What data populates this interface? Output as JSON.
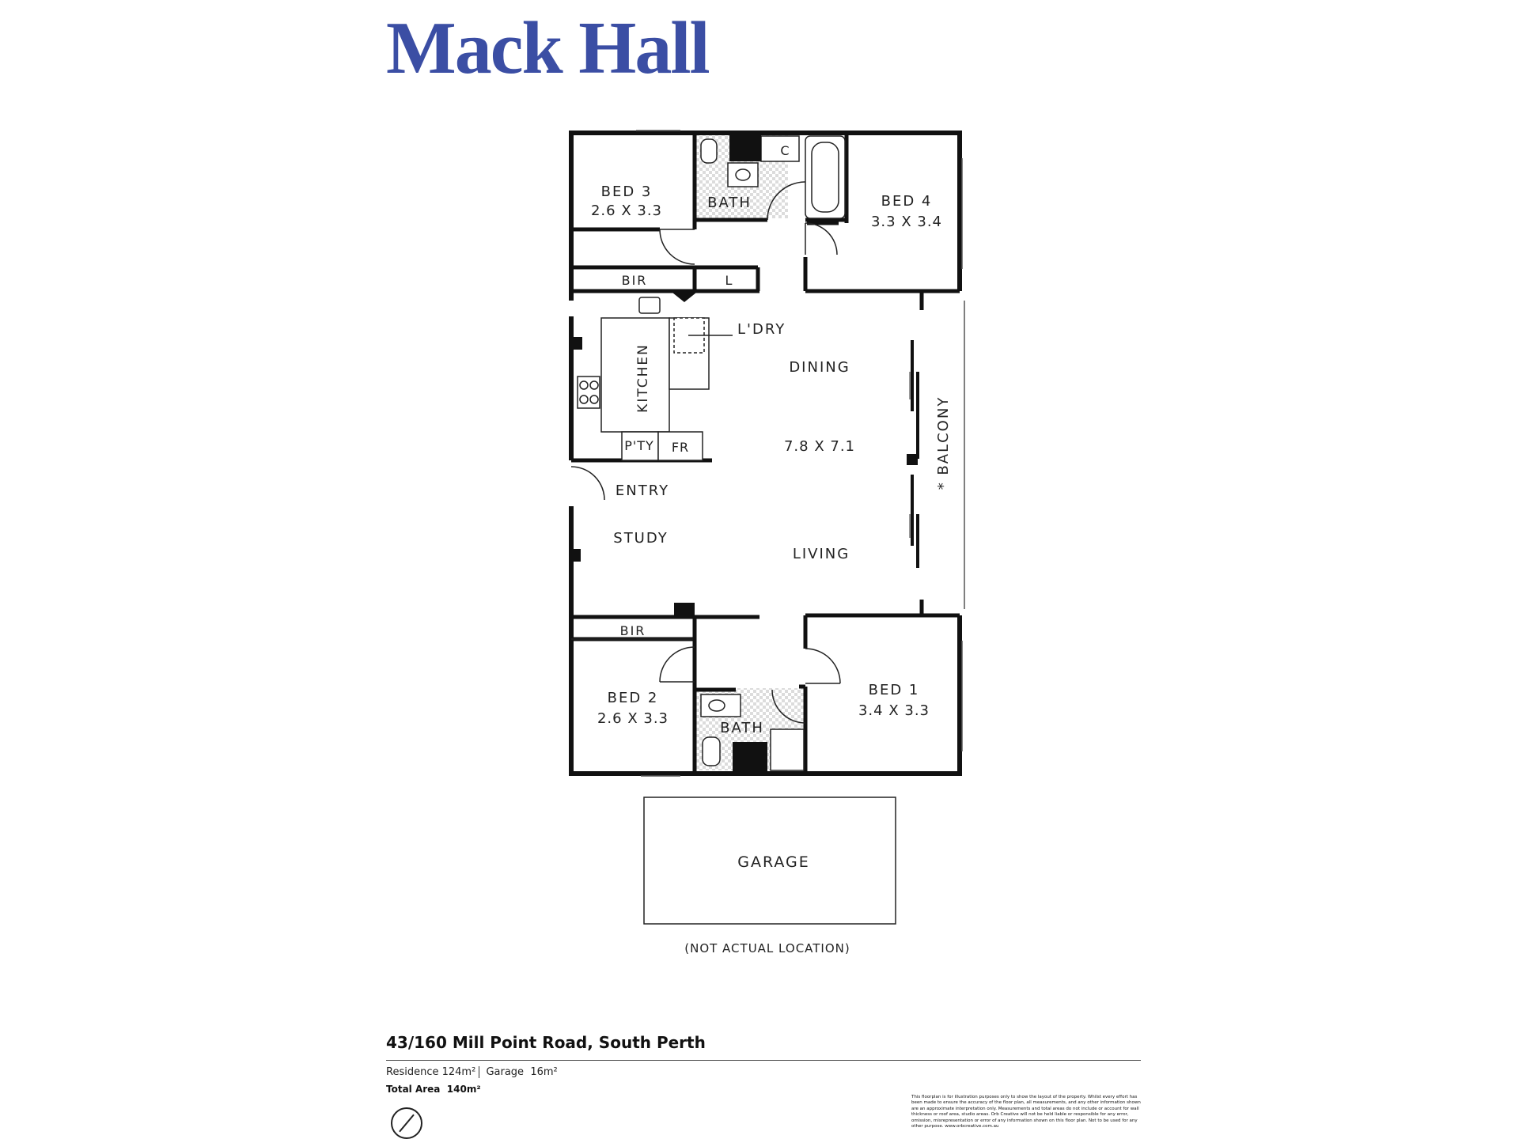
{
  "brand": {
    "name": "Mack Hall",
    "color": "#3b4ea4"
  },
  "rooms": {
    "bed3": {
      "name": "BED 3",
      "dims": "2.6 X 3.3"
    },
    "bath_top": {
      "name": "BATH"
    },
    "cupboard_c": {
      "name": "C"
    },
    "bed4": {
      "name": "BED 4",
      "dims": "3.3 X 3.4"
    },
    "bir_top": {
      "name": "BIR"
    },
    "linen": {
      "name": "L"
    },
    "laundry": {
      "name": "L'DRY"
    },
    "kitchen": {
      "name": "KITCHEN"
    },
    "pantry": {
      "name": "P'TY"
    },
    "fridge": {
      "name": "FR"
    },
    "dining": {
      "name": "DINING"
    },
    "dining_living_dims": "7.8 X 7.1",
    "balcony": {
      "name": "* BALCONY"
    },
    "entry": {
      "name": "ENTRY"
    },
    "study": {
      "name": "STUDY"
    },
    "living": {
      "name": "LIVING"
    },
    "bir_bottom": {
      "name": "BIR"
    },
    "bed2": {
      "name": "BED 2",
      "dims": "2.6 X 3.3"
    },
    "bath_bottom": {
      "name": "BATH"
    },
    "bed1": {
      "name": "BED 1",
      "dims": "3.4 X 3.3"
    },
    "garage": {
      "name": "GARAGE"
    },
    "garage_note": "(NOT ACTUAL LOCATION)"
  },
  "footer": {
    "address": "43/160 Mill Point Road, South Perth",
    "residence_label": "Residence",
    "residence_value": "124m²",
    "garage_label": "Garage",
    "garage_value": "16m²",
    "total_label": "Total Area",
    "total_value": "140m²",
    "disclaimer": "This floorplan is for illustration purposes only to show the layout of the property. Whilst every effort has been made to ensure the accuracy of the floor plan, all measurements, and any other information shown are an approximate interpretation only. Measurements and total areas do not include or account for wall thickness or roof area, studio areas. Orb Creative will not be held liable or responsible for any error, omission, misrepresentation or error of any information shown on this floor plan. Not to be used for any other purpose. www.orbcreative.com.au"
  }
}
